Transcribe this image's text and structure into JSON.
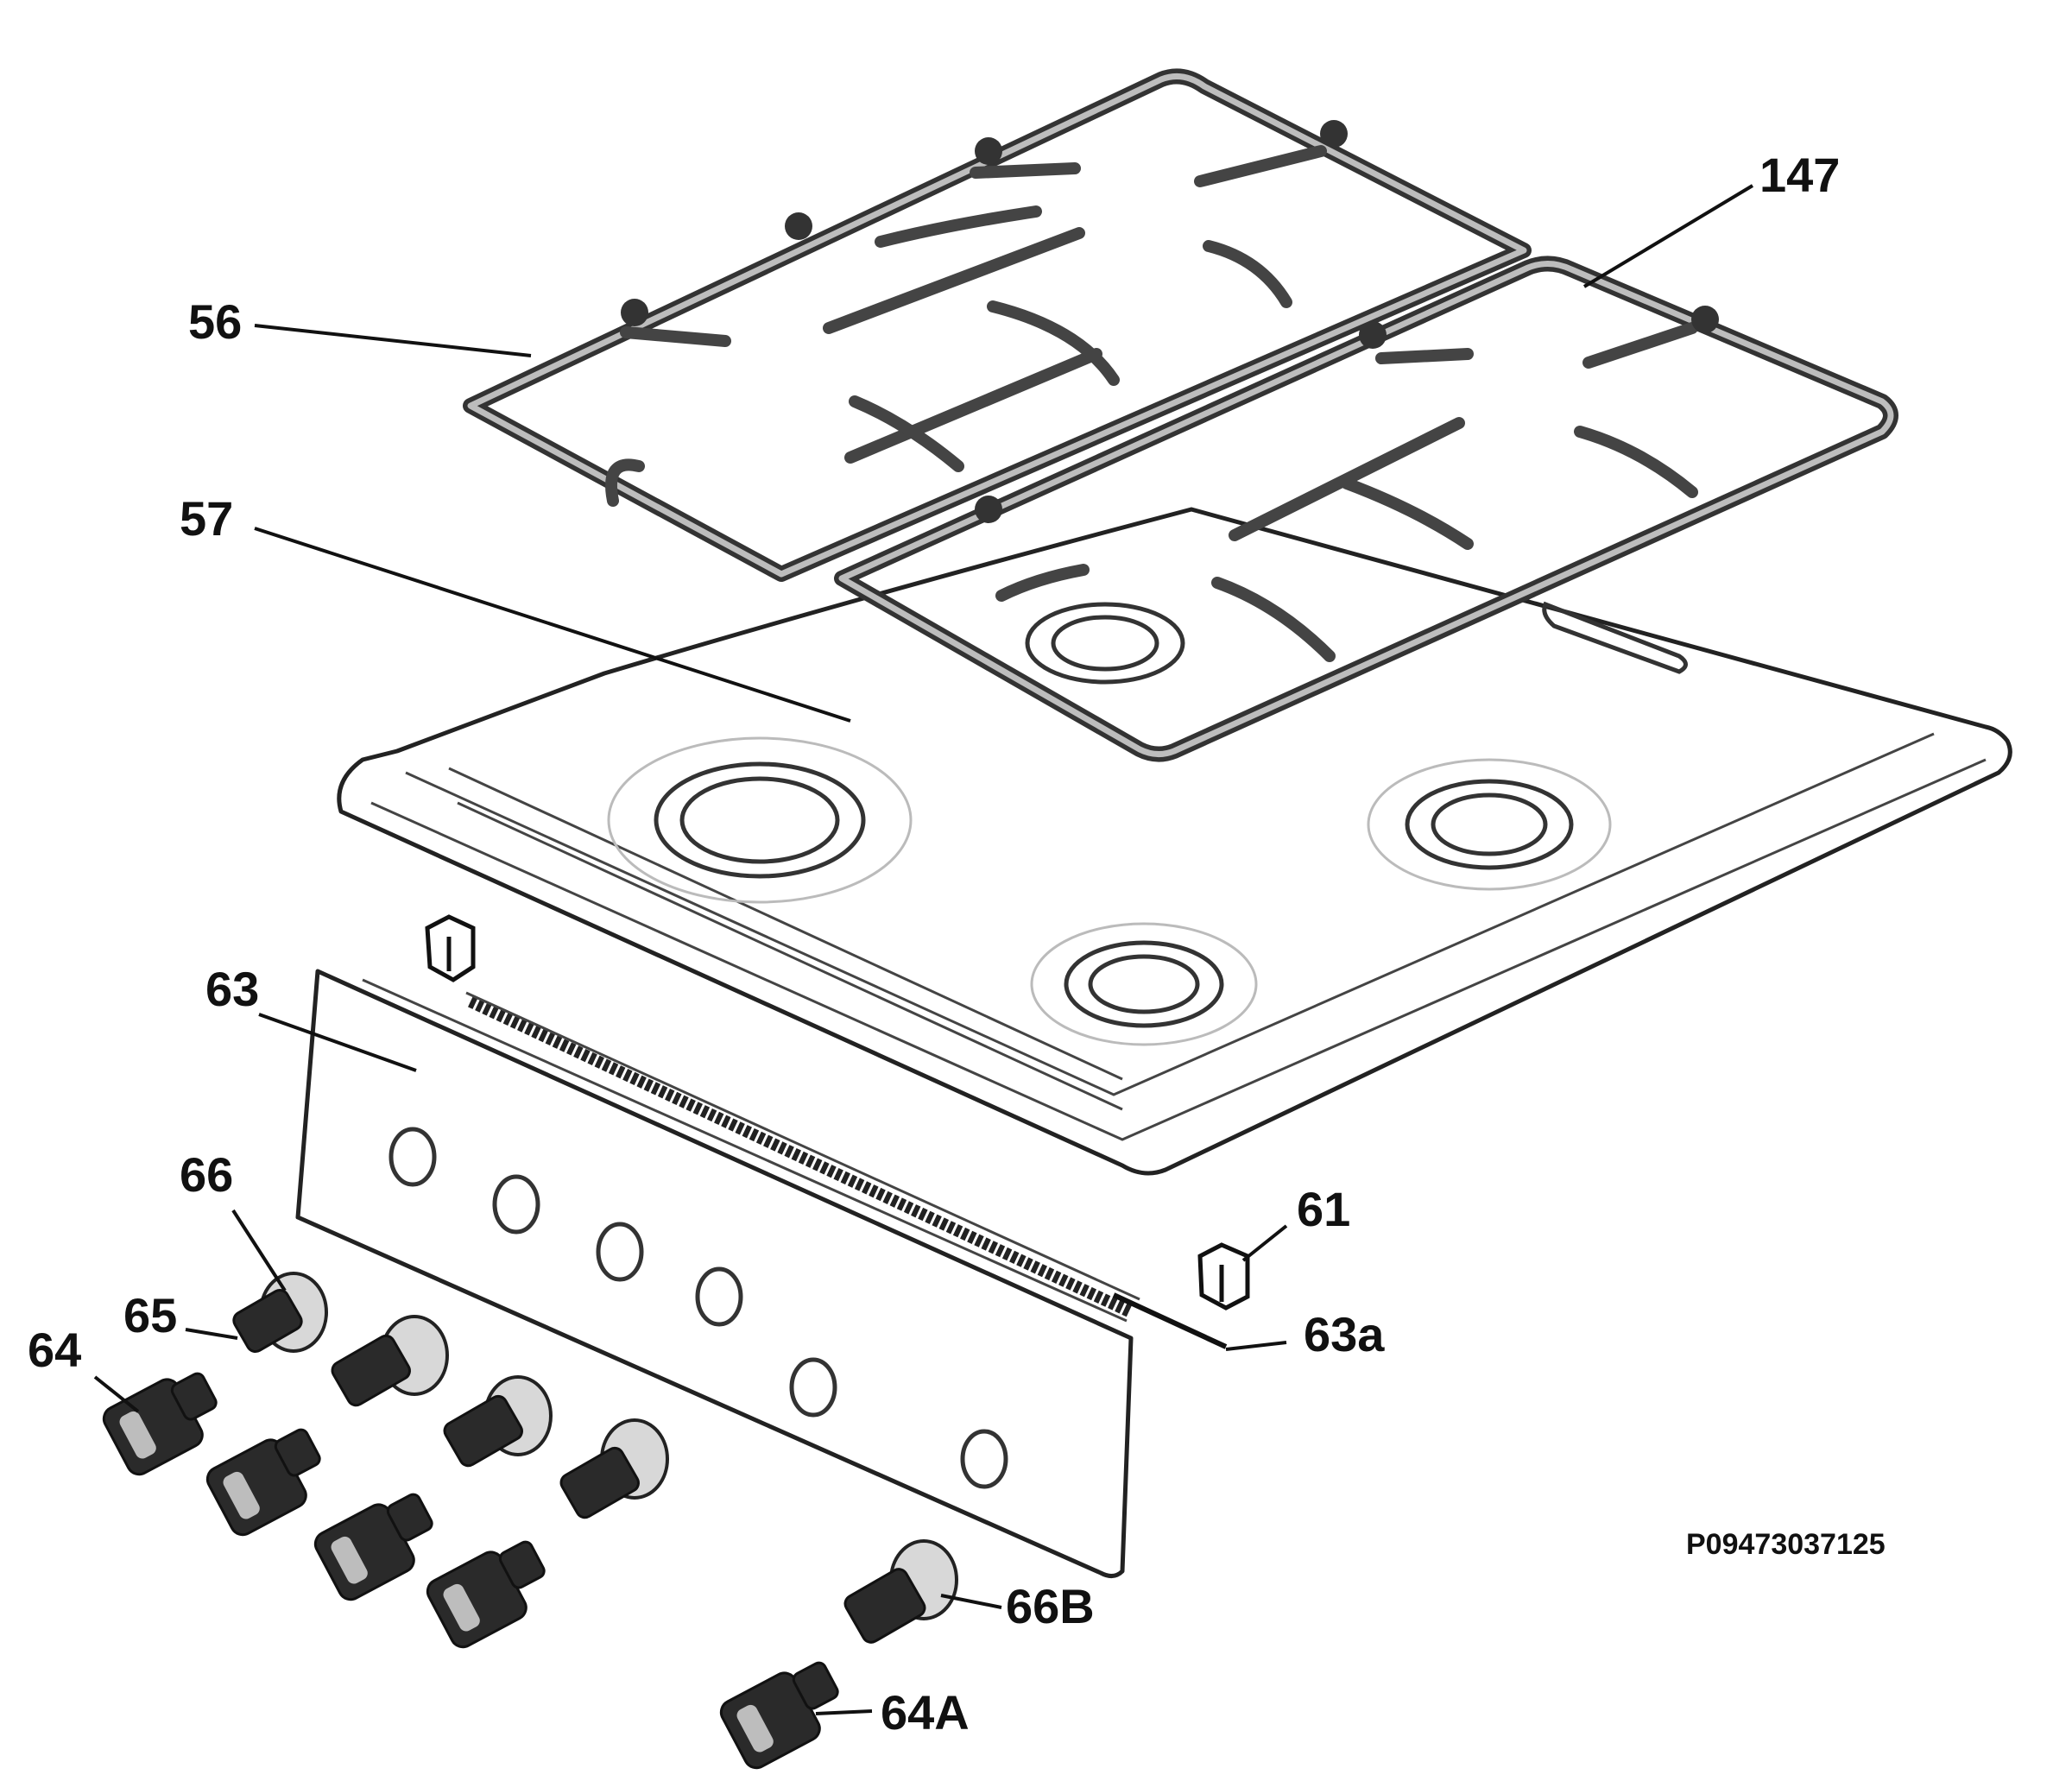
{
  "parts": {
    "p56": "56",
    "p147": "147",
    "p57": "57",
    "p63": "63",
    "p66": "66",
    "p65": "65",
    "p64": "64",
    "p61": "61",
    "p63a": "63a",
    "p66B": "66B",
    "p64A": "64A"
  },
  "document_ref": "P09473037125",
  "colors": {
    "line": "#111111",
    "background": "#ffffff"
  }
}
